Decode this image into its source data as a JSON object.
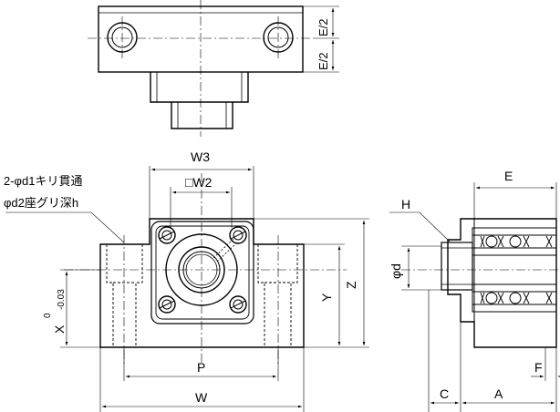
{
  "labels": {
    "top_e_upper": "E/2",
    "top_e_lower": "E/2",
    "w3": "W3",
    "w2": "□W2",
    "callout_line1": "2-φd1キリ貫通",
    "callout_line2": "φd2座グリ深h",
    "x_tol_upper": "0",
    "x_label": "X",
    "x_tol_lower": "-0.03",
    "y": "Y",
    "z": "Z",
    "p": "P",
    "w": "W",
    "e_side": "E",
    "h": "H",
    "phi_d": "φd",
    "f": "F",
    "c": "C",
    "a": "A"
  }
}
